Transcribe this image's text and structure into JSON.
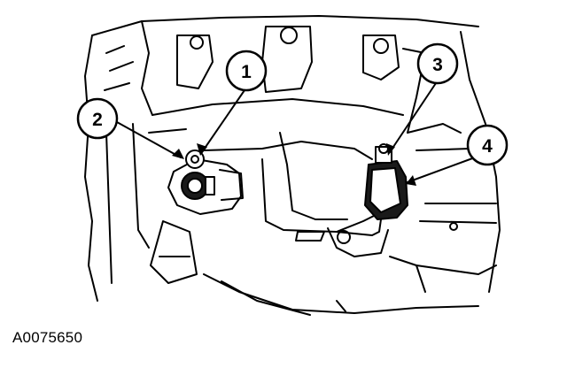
{
  "figure_id": "A0075650",
  "callouts": [
    {
      "label": "1"
    },
    {
      "label": "2"
    },
    {
      "label": "3"
    },
    {
      "label": "4"
    }
  ],
  "colors": {
    "line": "#000000",
    "background": "#ffffff",
    "shading": "#1a1a1a"
  }
}
